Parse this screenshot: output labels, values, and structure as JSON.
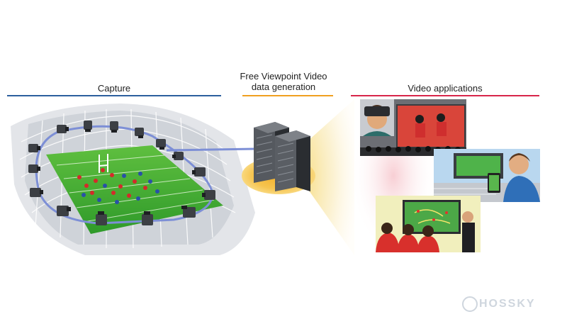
{
  "sections": {
    "capture": {
      "title": "Capture",
      "color": "#2c5f9e"
    },
    "generation": {
      "title_line1": "Free Viewpoint Video",
      "title_line2": "data generation",
      "color": "#f0a020"
    },
    "applications": {
      "title": "Video applications",
      "color": "#d8254a"
    }
  },
  "watermark": {
    "text": "HOSSKY"
  },
  "icons": [
    "camera-icon",
    "server-icon",
    "vr-headset-icon",
    "tablet-icon",
    "big-screen-icon"
  ]
}
